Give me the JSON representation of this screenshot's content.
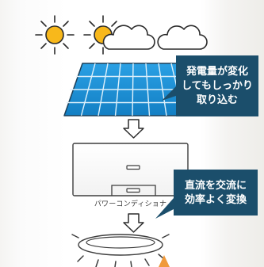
{
  "equipment": {
    "inverter_label": "パワーコンディショナ"
  },
  "callouts": {
    "generation": {
      "lines": [
        "発電量が変化",
        "してもしっかり",
        "取り込む"
      ]
    },
    "conversion": {
      "lines": [
        "直流を交流に",
        "効率よく変換"
      ]
    }
  },
  "colors": {
    "panel": "#1b8fd6",
    "callout": "#1b4e6b",
    "sun": "#f8b81b",
    "accent": "#f09a3a"
  }
}
